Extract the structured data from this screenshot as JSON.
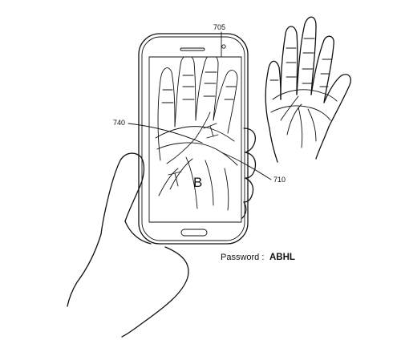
{
  "labels": {
    "ref_705": "705",
    "ref_740": "740",
    "ref_710": "710"
  },
  "password": {
    "label": "Password :",
    "value": "ABHL"
  },
  "screen_letters": {
    "letter_b": "B"
  }
}
